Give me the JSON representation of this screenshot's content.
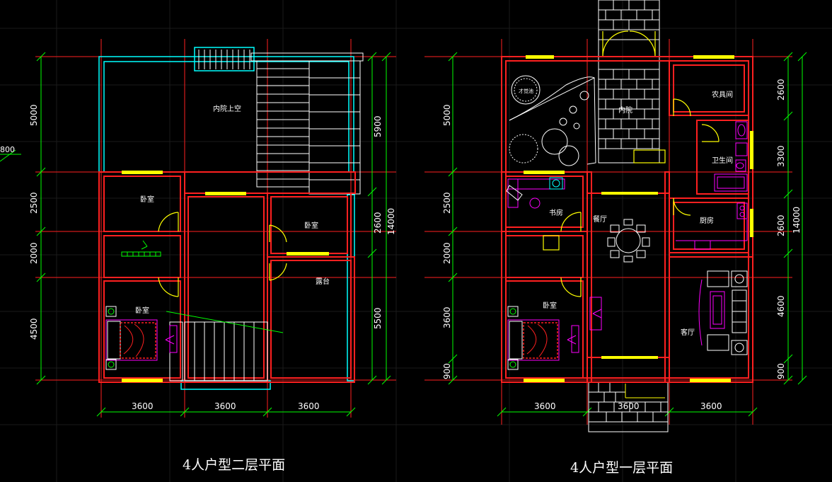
{
  "titles": {
    "second_floor": "4人户型二层平面",
    "first_floor": "4人户型一层平面"
  },
  "left_edge_label": "800",
  "second_floor": {
    "rooms": {
      "courtyard_void": "内院上空",
      "bedroom_top": "卧室",
      "bedroom_right": "卧室",
      "bedroom_bottom": "卧室",
      "terrace": "露台"
    },
    "dims_left": [
      "5000",
      "2500",
      "2000",
      "4500"
    ],
    "dims_right": [
      "5900",
      "2600",
      "5500"
    ],
    "dim_total": "14000",
    "dims_bottom": [
      "3600",
      "3600",
      "3600"
    ]
  },
  "first_floor": {
    "rooms": {
      "courtyard": "内院",
      "farm_tools": "农具间",
      "bathroom": "卫生间",
      "study": "书房",
      "dining": "餐厅",
      "kitchen": "厨房",
      "bedroom": "卧室",
      "living": "客厅",
      "garden_stone": "才觉池"
    },
    "dims_left": [
      "5000",
      "2500",
      "2000",
      "3600",
      "900"
    ],
    "dims_right": [
      "2600",
      "3300",
      "2600",
      "4600",
      "900"
    ],
    "dim_total": "14000",
    "dims_bottom": [
      "3600",
      "3600",
      "3600"
    ]
  },
  "colors": {
    "background": "#000000",
    "wall": "#ff2020",
    "axis": "#00ff00",
    "window": "#ffff00",
    "void": "#00ffff",
    "furniture": "#ff00ff",
    "text": "#ffffff"
  }
}
